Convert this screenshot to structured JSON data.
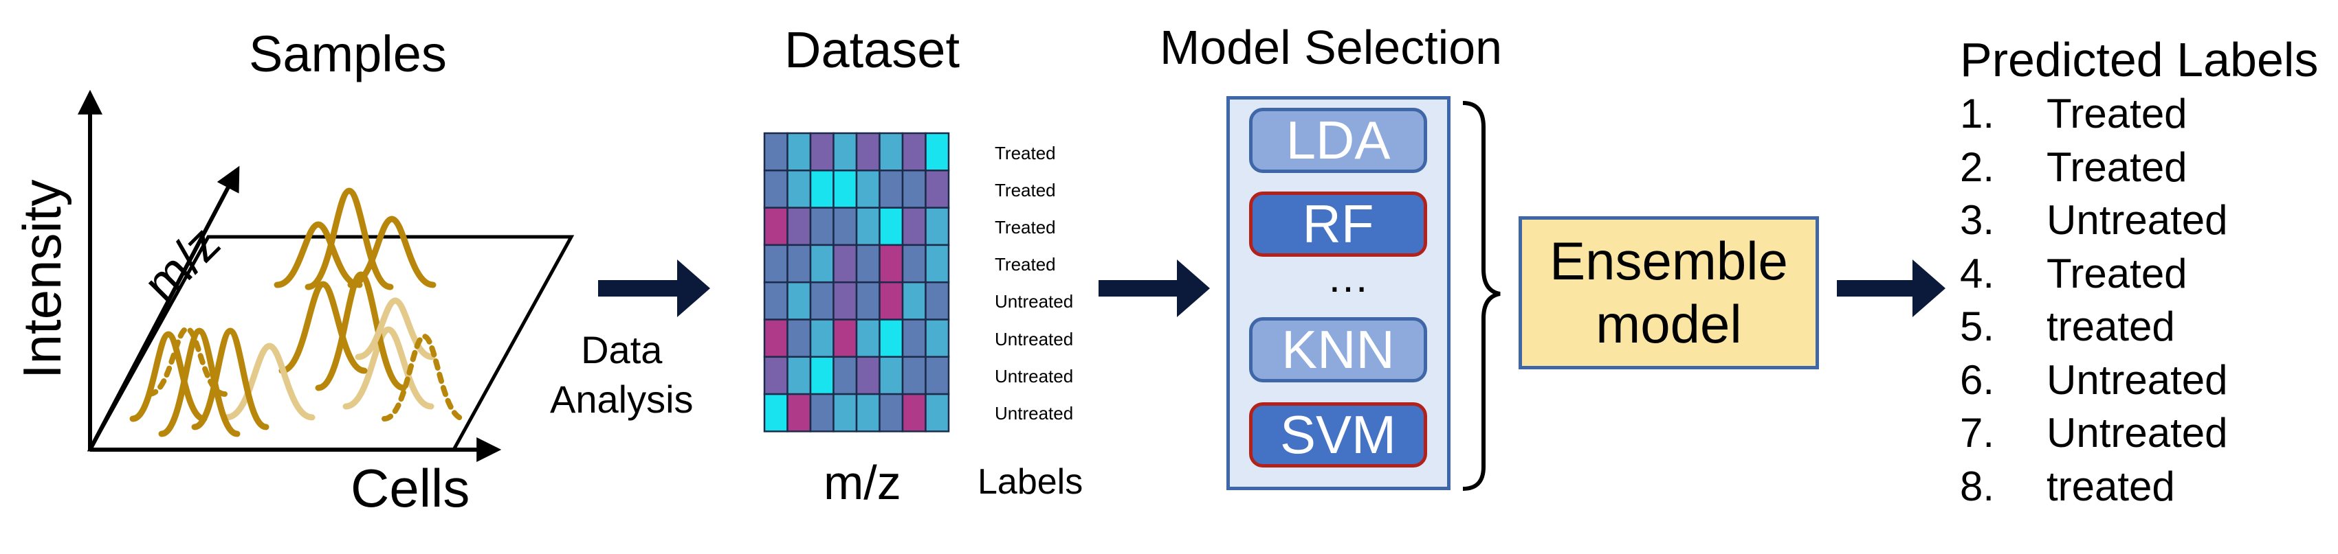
{
  "titles": {
    "samples": "Samples",
    "dataset": "Dataset",
    "model_selection": "Model Selection",
    "predicted_labels": "Predicted Labels"
  },
  "samples_axes": {
    "y": "Intensity",
    "z": "m/z",
    "x": "Cells"
  },
  "arrow1_label": [
    "Data",
    "Analysis"
  ],
  "dataset": {
    "x_label": "m/z",
    "labels_header": "Labels",
    "row_labels": [
      "Treated",
      "Treated",
      "Treated",
      "Treated",
      "Untreated",
      "Untreated",
      "Untreated",
      "Untreated"
    ],
    "palette": {
      "blue": "#4aaed0",
      "purple": "#7a62aa",
      "magenta": "#b03a8a",
      "cyan": "#19e3ee",
      "slate": "#5c7cb3"
    },
    "grid": [
      [
        "slate",
        "blue",
        "purple",
        "blue",
        "purple",
        "blue",
        "purple",
        "cyan"
      ],
      [
        "slate",
        "blue",
        "cyan",
        "cyan",
        "blue",
        "slate",
        "slate",
        "purple"
      ],
      [
        "magenta",
        "purple",
        "slate",
        "slate",
        "blue",
        "cyan",
        "purple",
        "blue"
      ],
      [
        "slate",
        "slate",
        "blue",
        "purple",
        "slate",
        "magenta",
        "slate",
        "blue"
      ],
      [
        "slate",
        "blue",
        "slate",
        "purple",
        "slate",
        "magenta",
        "blue",
        "slate"
      ],
      [
        "magenta",
        "slate",
        "blue",
        "magenta",
        "blue",
        "cyan",
        "slate",
        "blue"
      ],
      [
        "purple",
        "blue",
        "cyan",
        "slate",
        "purple",
        "blue",
        "slate",
        "slate"
      ],
      [
        "cyan",
        "magenta",
        "slate",
        "blue",
        "blue",
        "slate",
        "magenta",
        "blue"
      ]
    ]
  },
  "models": [
    {
      "name": "LDA",
      "style": "light"
    },
    {
      "name": "RF",
      "style": "dark"
    },
    {
      "name": "KNN",
      "style": "light"
    },
    {
      "name": "SVM",
      "style": "dark"
    }
  ],
  "models_ellipsis": "…",
  "ensemble": [
    "Ensemble",
    "model"
  ],
  "predictions": [
    {
      "num": "1.",
      "label": "Treated"
    },
    {
      "num": "2.",
      "label": "Treated"
    },
    {
      "num": "3.",
      "label": "Untreated"
    },
    {
      "num": "4.",
      "label": "Treated"
    },
    {
      "num": "5.",
      "label": "treated"
    },
    {
      "num": "6.",
      "label": "Untreated"
    },
    {
      "num": "7.",
      "label": "Untreated"
    },
    {
      "num": "8.",
      "label": "treated"
    }
  ],
  "colors": {
    "peak_dark": "#b8860b",
    "peak_light": "#e3c98a",
    "arrow": "#0b1a3a",
    "box_border": "#3f67a8"
  }
}
